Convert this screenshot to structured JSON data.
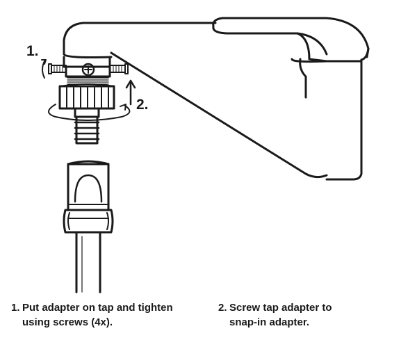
{
  "callouts": {
    "step1": "1.",
    "step2": "2."
  },
  "instructions": [
    {
      "number": "1.",
      "line1": "Put adapter on tap and tighten",
      "line2": "using screws (4x)."
    },
    {
      "number": "2.",
      "line1": "Screw tap adapter to",
      "line2": "snap-in adapter."
    }
  ],
  "colors": {
    "line": "#1a1a1a",
    "background": "#ffffff"
  }
}
